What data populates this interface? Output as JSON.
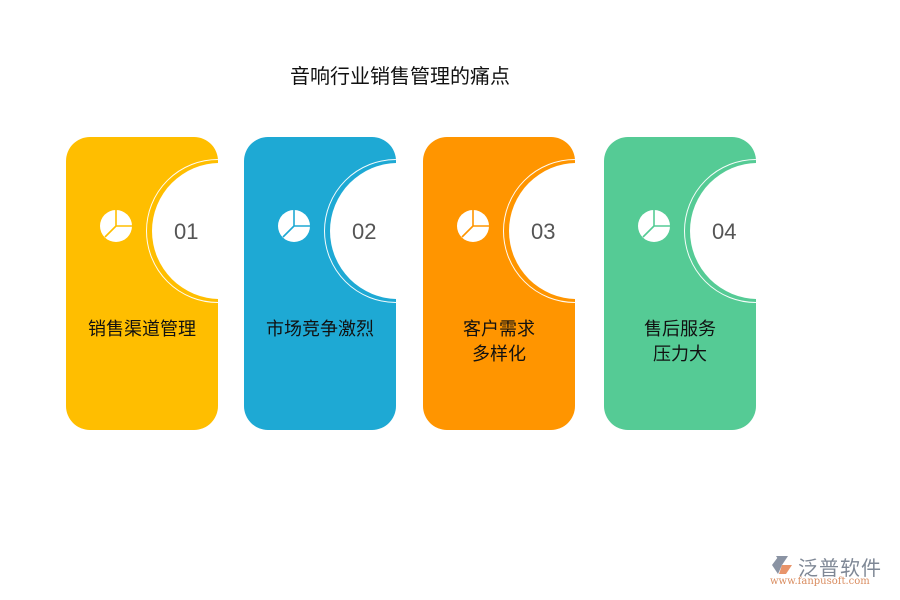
{
  "title": "音响行业销售管理的痛点",
  "cards": [
    {
      "number": "01",
      "label_line1": "销售渠道管理",
      "label_line2": "",
      "color": "#FFBE00",
      "icon": "pie-chart-icon"
    },
    {
      "number": "02",
      "label_line1": "市场竞争激烈",
      "label_line2": "",
      "color": "#1EA9D4",
      "icon": "pie-chart-icon"
    },
    {
      "number": "03",
      "label_line1": "客户需求",
      "label_line2": "多样化",
      "color": "#FF9500",
      "icon": "pie-chart-icon"
    },
    {
      "number": "04",
      "label_line1": "售后服务",
      "label_line2": "压力大",
      "color": "#55CB95",
      "icon": "pie-chart-icon"
    }
  ],
  "logo": {
    "name": "泛普软件",
    "url": "www.fanpusoft.com"
  }
}
